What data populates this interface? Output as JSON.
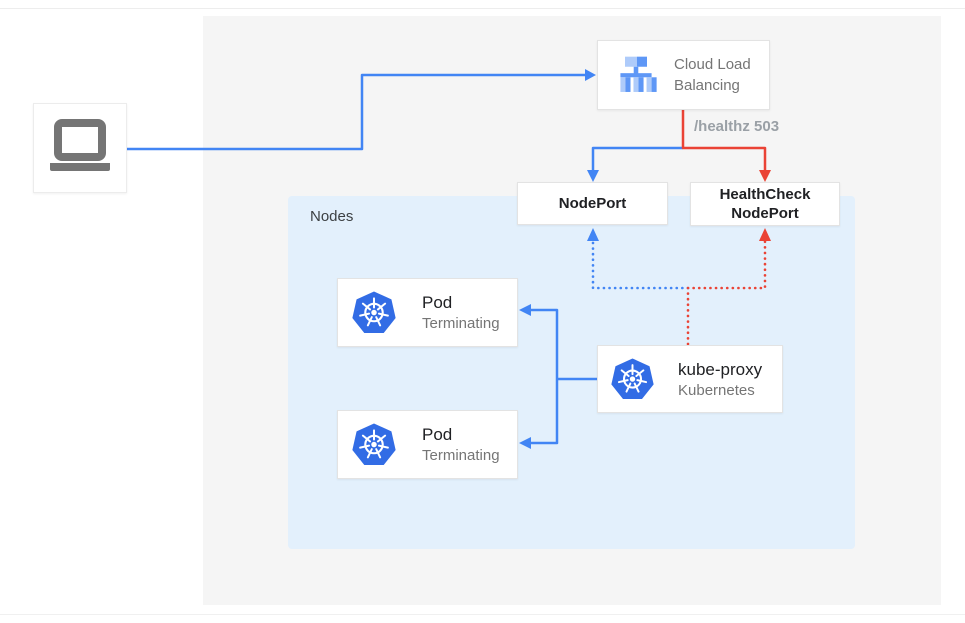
{
  "colors": {
    "connector_blue": "#4285f4",
    "connector_red": "#ea4335",
    "kubernetes_blue": "#326ce5",
    "nodes_bg": "#e3f0fc",
    "canvas_bg": "#f5f5f5",
    "icon_gray": "#757575",
    "clb_icon_light": "#aecbfa",
    "clb_icon_mid": "#5e97f6"
  },
  "cloud_load_balancing": {
    "label": "Cloud Load Balancing"
  },
  "healthz_label": "/healthz 503",
  "nodeport": {
    "label": "NodePort"
  },
  "healthcheck_nodeport": {
    "label": "HealthCheck NodePort"
  },
  "nodes": {
    "label": "Nodes"
  },
  "pods": [
    {
      "name": "Pod",
      "status": "Terminating"
    },
    {
      "name": "Pod",
      "status": "Terminating"
    }
  ],
  "kube_proxy": {
    "name": "kube-proxy",
    "subtitle": "Kubernetes"
  }
}
